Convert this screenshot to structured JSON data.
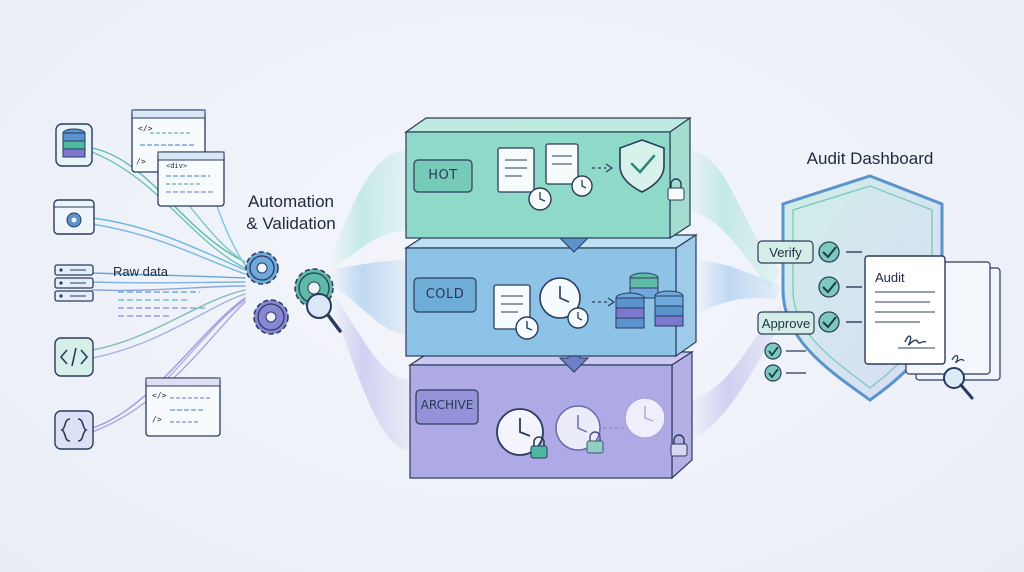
{
  "sources": {
    "raw_data_label": "Raw data",
    "code_snippets": [
      "</>",
      "/>",
      "<div>",
      "</>",
      "/>"
    ],
    "icons": [
      "database-icon",
      "settings-window-icon",
      "server-icon",
      "code-icon",
      "braces-icon"
    ]
  },
  "processing": {
    "title": "Automation\n& Validation",
    "icons": [
      "gear-icon",
      "magnifier-icon"
    ]
  },
  "tiers": [
    {
      "label": "HOT",
      "color": "#8fd9c8"
    },
    {
      "label": "COLD",
      "color": "#8cc3e6"
    },
    {
      "label": "ARCHIVE",
      "color": "#9e9ce0"
    }
  ],
  "audit": {
    "title": "Audit Dashboard",
    "verify_label": "Verify",
    "approve_label": "Approve",
    "document_title": "Audit"
  },
  "colors": {
    "teal": "#4fb8a3",
    "blue": "#5b93cc",
    "purple": "#7d78cf",
    "navy": "#2b3b5c"
  }
}
